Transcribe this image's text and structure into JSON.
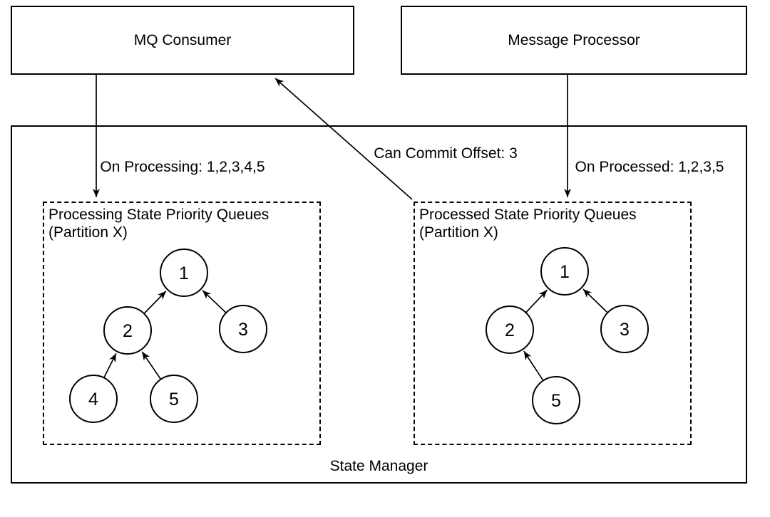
{
  "colors": {
    "stroke": "#000000",
    "background": "#ffffff",
    "text": "#000000"
  },
  "nodes": {
    "mq_consumer": "MQ Consumer",
    "message_processor": "Message Processor",
    "state_manager": "State Manager"
  },
  "labels": {
    "on_processing": "On Processing: 1,2,3,4,5",
    "can_commit_offset": "Can Commit Offset: 3",
    "on_processed": "On Processed: 1,2,3,5"
  },
  "queues": [
    {
      "title": "Processing State Priority Queues",
      "subtitle": "(Partition X)",
      "nodes": [
        "1",
        "2",
        "3",
        "4",
        "5"
      ],
      "edges": [
        {
          "from": "2",
          "to": "1"
        },
        {
          "from": "3",
          "to": "1"
        },
        {
          "from": "4",
          "to": "2"
        },
        {
          "from": "5",
          "to": "2"
        }
      ]
    },
    {
      "title": "Processed State Priority Queues",
      "subtitle": "(Partition X)",
      "nodes": [
        "1",
        "2",
        "3",
        "5"
      ],
      "edges": [
        {
          "from": "2",
          "to": "1"
        },
        {
          "from": "3",
          "to": "1"
        },
        {
          "from": "5",
          "to": "2"
        }
      ]
    }
  ],
  "connections": [
    {
      "from": "mq_consumer",
      "to": "processing_queue",
      "label": "On Processing: 1,2,3,4,5"
    },
    {
      "from": "message_processor",
      "to": "processed_queue",
      "label": "On Processed: 1,2,3,5"
    },
    {
      "from": "processed_queue",
      "to": "mq_consumer",
      "label": "Can Commit Offset: 3"
    }
  ]
}
